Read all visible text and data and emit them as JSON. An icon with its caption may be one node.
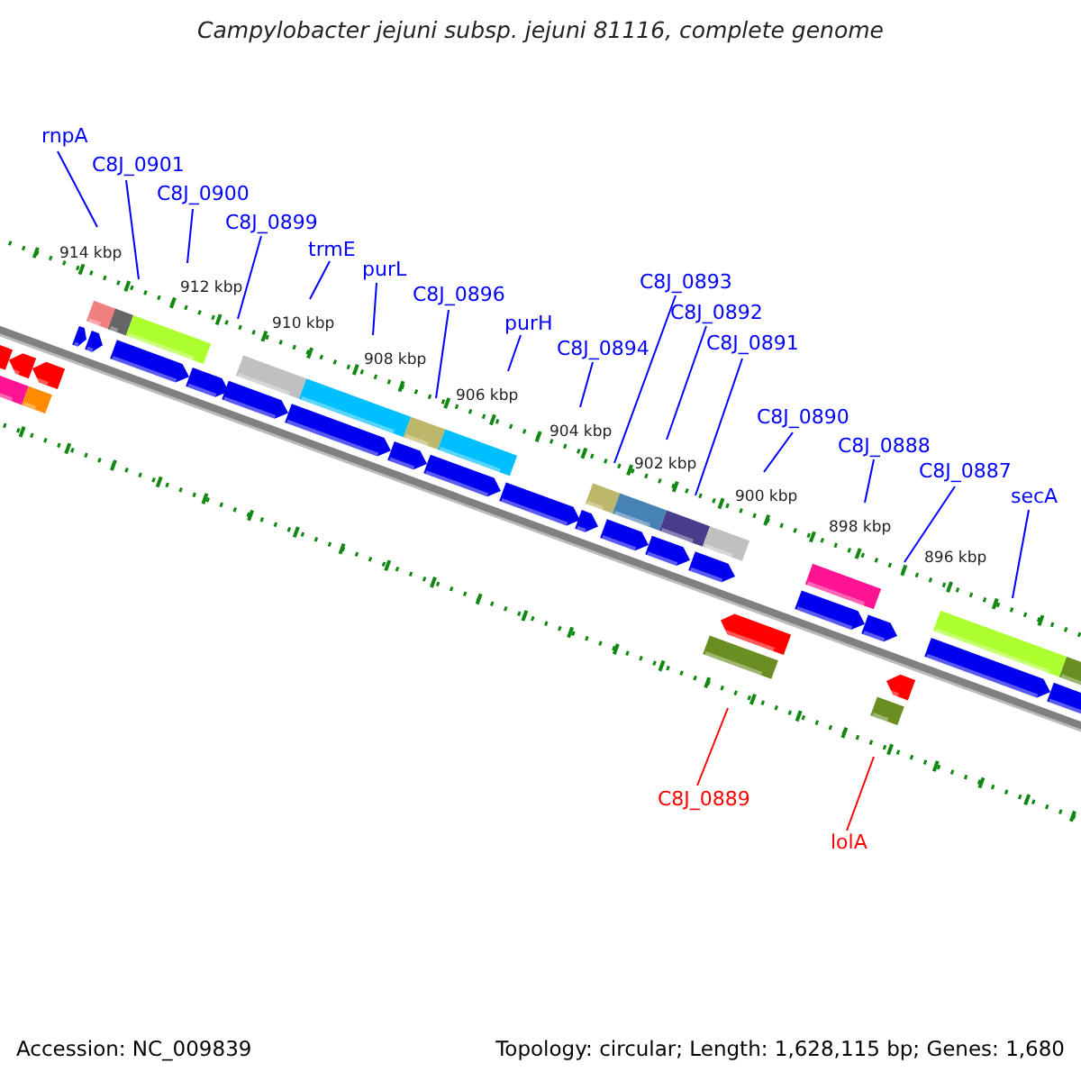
{
  "diagram": {
    "title": "Campylobacter jejuni subsp. jejuni 81116, complete genome",
    "nodes": [
      {
        "text": [
          "rnpA"
        ]
      },
      {
        "text": [
          "C8J_0901"
        ]
      },
      {
        "text": [
          "C8J_0900"
        ]
      },
      {
        "text": [
          "C8J_0899"
        ]
      },
      {
        "text": [
          "trmE"
        ]
      },
      {
        "text": [
          "purL"
        ]
      },
      {
        "text": [
          "C8J_0896"
        ]
      },
      {
        "text": [
          "purH"
        ]
      },
      {
        "text": [
          "C8J_0894"
        ]
      },
      {
        "text": [
          "C8J_0893"
        ]
      },
      {
        "text": [
          "C8J_0892"
        ]
      },
      {
        "text": [
          "C8J_0891"
        ]
      },
      {
        "text": [
          "C8J_0890"
        ]
      },
      {
        "text": [
          "C8J_0888"
        ]
      },
      {
        "text": [
          "C8J_0887"
        ]
      },
      {
        "text": [
          "secA"
        ]
      },
      {
        "text": [
          "C8J_0889"
        ]
      },
      {
        "text": [
          "lolA"
        ]
      }
    ],
    "edges": [
      {
        "from": 0,
        "to": null,
        "arrow": "none"
      },
      {
        "from": 1,
        "to": null,
        "arrow": "none"
      },
      {
        "from": 2,
        "to": null,
        "arrow": "none"
      },
      {
        "from": 3,
        "to": null,
        "arrow": "none"
      },
      {
        "from": 4,
        "to": null,
        "arrow": "none"
      },
      {
        "from": 5,
        "to": null,
        "arrow": "none"
      },
      {
        "from": 6,
        "to": null,
        "arrow": "none"
      },
      {
        "from": 7,
        "to": null,
        "arrow": "none"
      },
      {
        "from": 8,
        "to": null,
        "arrow": "none"
      },
      {
        "from": 9,
        "to": null,
        "arrow": "none"
      },
      {
        "from": 10,
        "to": null,
        "arrow": "none"
      },
      {
        "from": 11,
        "to": null,
        "arrow": "none"
      },
      {
        "from": 12,
        "to": null,
        "arrow": "none"
      },
      {
        "from": 13,
        "to": null,
        "arrow": "none"
      },
      {
        "from": 14,
        "to": null,
        "arrow": "none"
      },
      {
        "from": 15,
        "to": null,
        "arrow": "none"
      },
      {
        "from": 16,
        "to": null,
        "arrow": "none",
        "color": "#ff0000"
      },
      {
        "from": 17,
        "to": null,
        "arrow": "none",
        "color": "#ff0000"
      }
    ],
    "labels": [
      "914 kbp",
      "912 kbp",
      "910 kbp",
      "908 kbp",
      "906 kbp",
      "904 kbp",
      "902 kbp",
      "900 kbp",
      "898 kbp",
      "896 kbp",
      "Accession: NC_009839",
      "Topology: circular; Length: 1,628,115 bp; Genes: 1,680"
    ]
  }
}
